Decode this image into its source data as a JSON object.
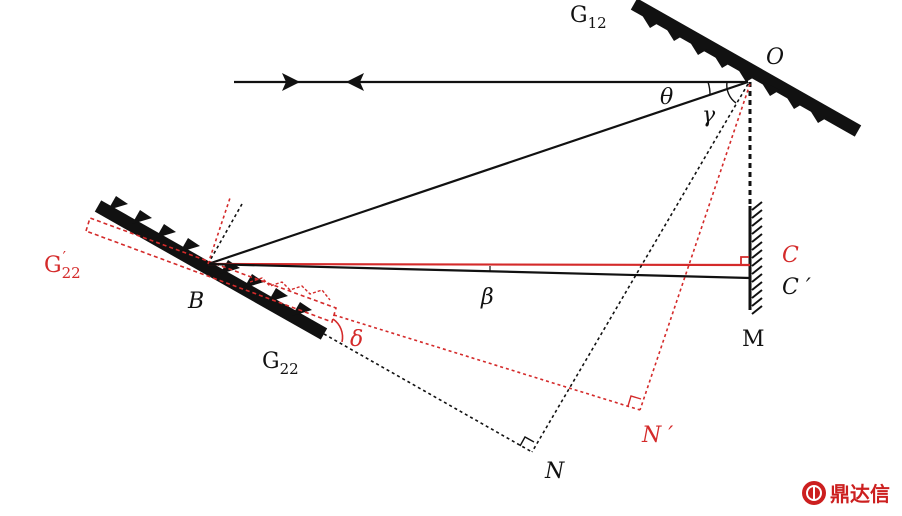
{
  "labels": {
    "g12_main": "G",
    "g12_sub": "12",
    "o": "O",
    "theta": "θ",
    "gamma": "γ",
    "g22p_main": "G",
    "g22p_sub": "22",
    "g22p_prime": "′",
    "b": "B",
    "c": "C",
    "cp": "C ′",
    "beta": "β",
    "delta": "δ",
    "m": "M",
    "g22_main": "G",
    "g22_sub": "22",
    "n": "N",
    "np": "N ′"
  },
  "logo": {
    "text": "鼎达信"
  },
  "colors": {
    "black": "#111111",
    "red": "#d42a2a",
    "logo": "#cc1f1f"
  }
}
